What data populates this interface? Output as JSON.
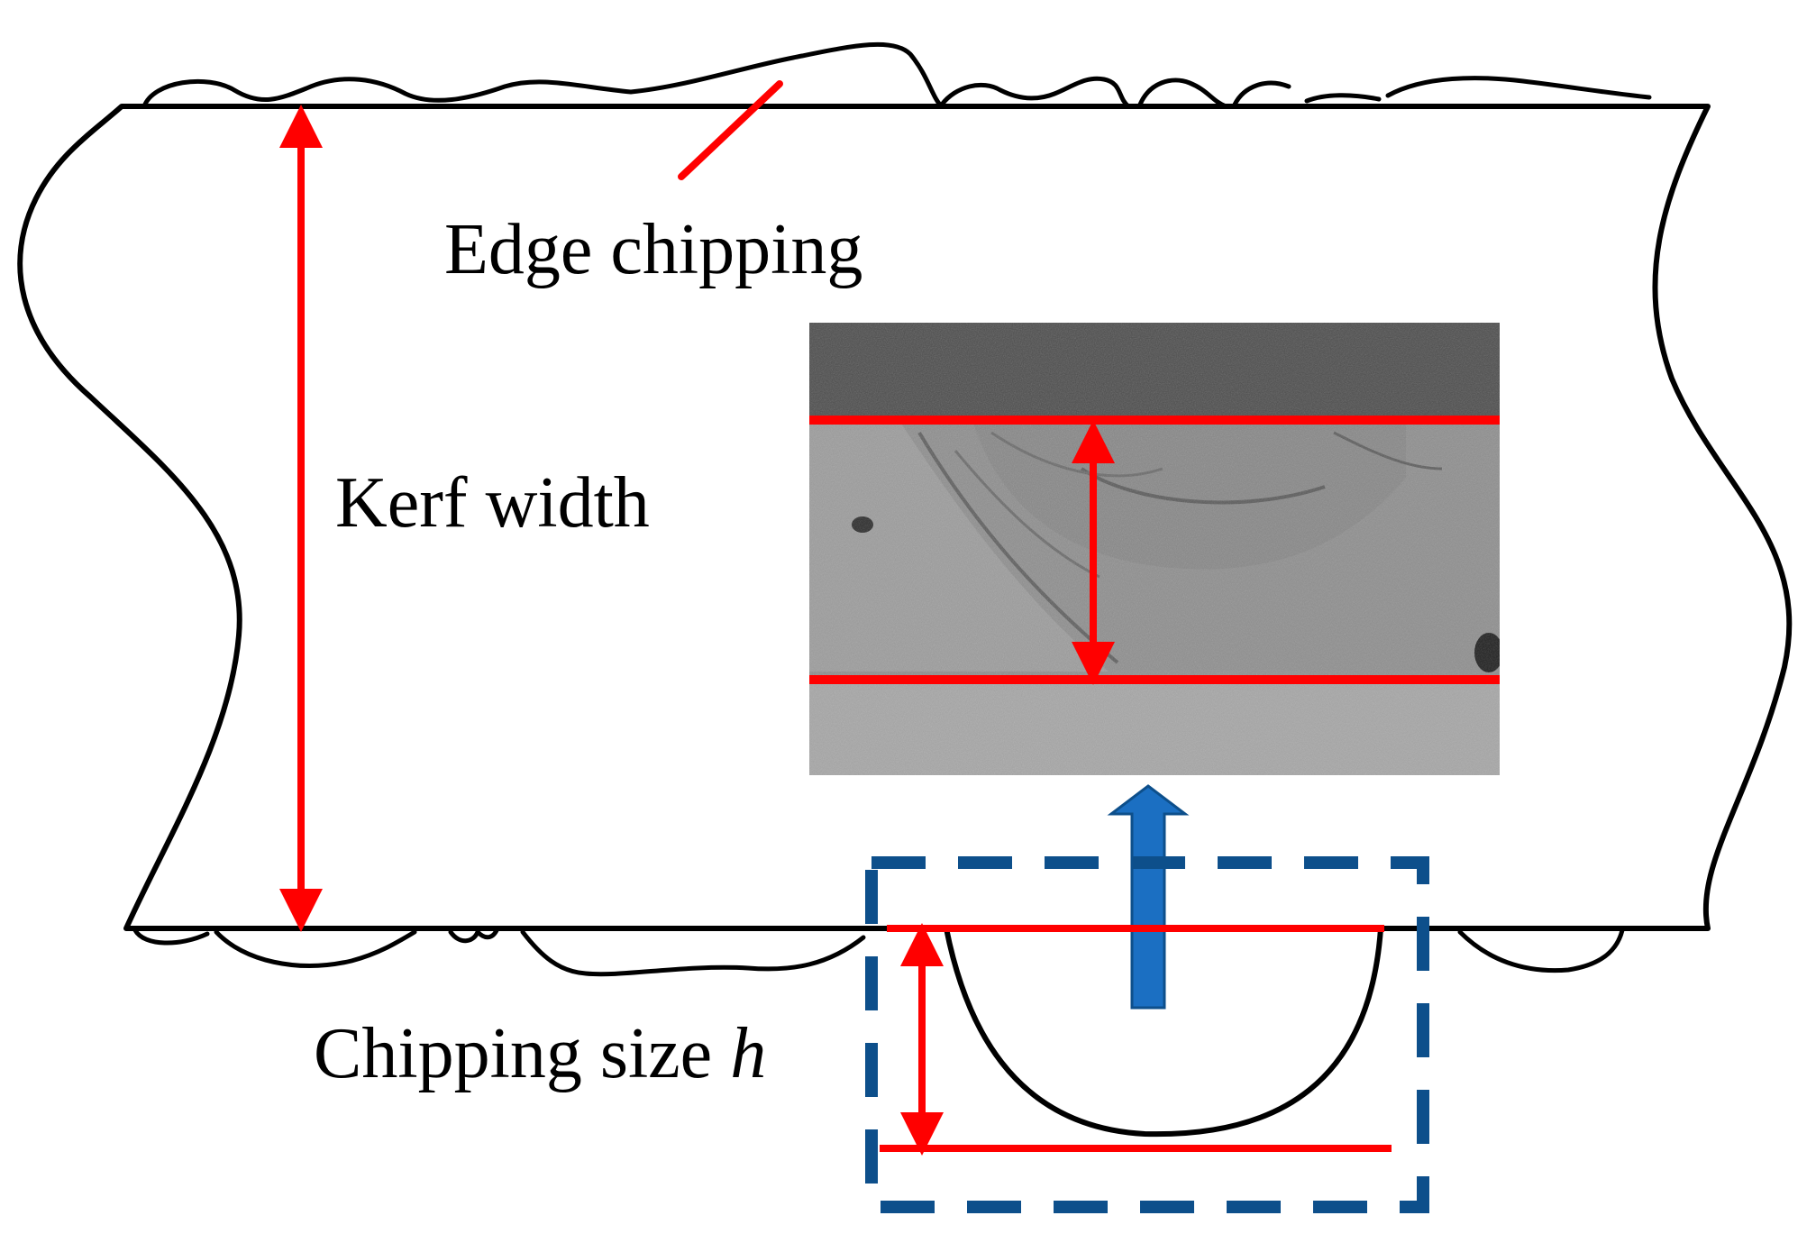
{
  "labels": {
    "edge_chipping": "Edge chipping",
    "kerf_width": "Kerf width",
    "chipping_size_prefix": "Chipping size ",
    "chipping_size_var": "h"
  },
  "colors": {
    "outline": "#000000",
    "measure": "#ff0000",
    "highlight_box": "#0d4f8b",
    "arrow": "#1b6fc2",
    "micrograph_base": "#9a9a9a",
    "micrograph_dark": "#4a4a4a"
  },
  "icons": {
    "inset": "sem-micrograph-inset",
    "zoom_arrow": "up-arrow-icon"
  }
}
